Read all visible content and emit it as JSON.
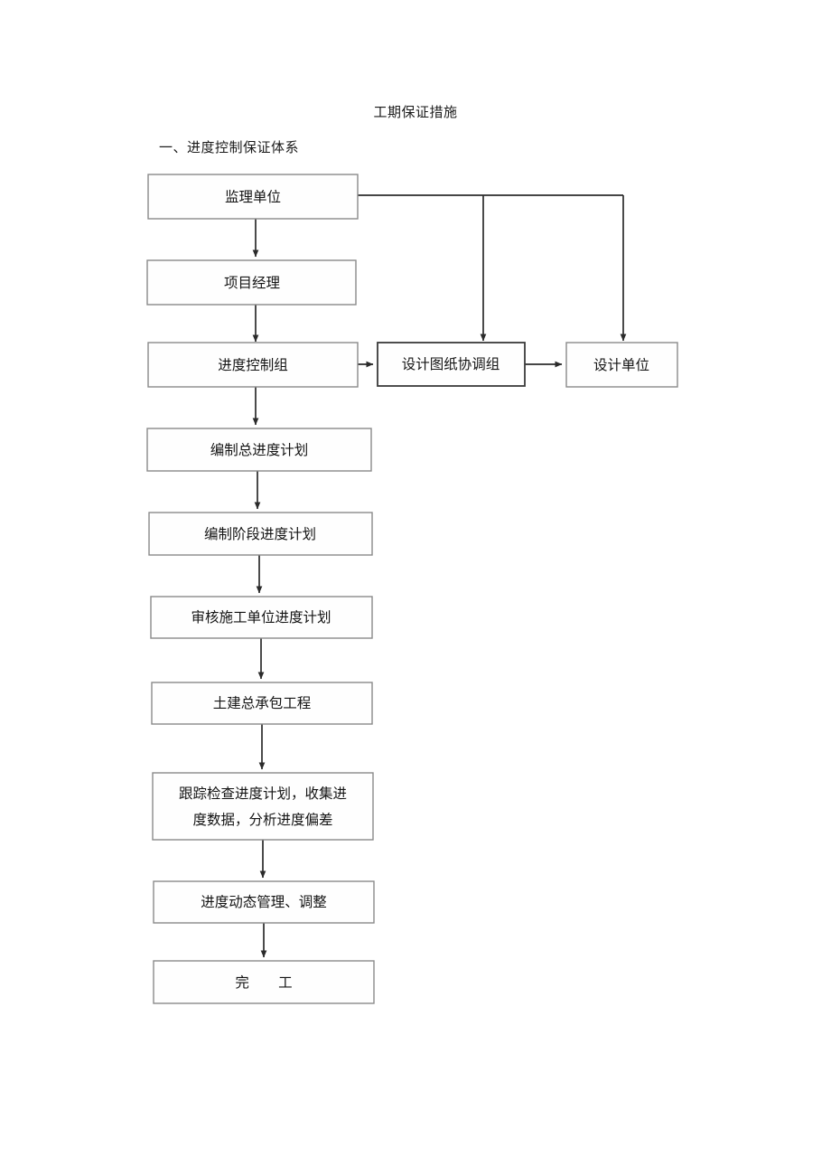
{
  "document": {
    "title": "工期保证措施",
    "section_heading": "一、进度控制保证体系"
  },
  "chart_data": {
    "type": "diagram",
    "title": "工期保证措施",
    "subtitle": "一、进度控制保证体系",
    "diagram_kind": "flowchart",
    "orientation": "top-to-bottom with right branch",
    "nodes": [
      {
        "id": "n1",
        "label": "监理单位",
        "column": "main",
        "row": 1,
        "emphasis": false
      },
      {
        "id": "n2",
        "label": "项目经理",
        "column": "main",
        "row": 2,
        "emphasis": false
      },
      {
        "id": "n3",
        "label": "进度控制组",
        "column": "main",
        "row": 3,
        "emphasis": false
      },
      {
        "id": "n4",
        "label": "设计图纸协调组",
        "column": "middle",
        "row": 3,
        "emphasis": true
      },
      {
        "id": "n5",
        "label": "设计单位",
        "column": "right",
        "row": 3,
        "emphasis": false
      },
      {
        "id": "n6",
        "label": "编制总进度计划",
        "column": "main",
        "row": 4,
        "emphasis": false
      },
      {
        "id": "n7",
        "label": "编制阶段进度计划",
        "column": "main",
        "row": 5,
        "emphasis": false
      },
      {
        "id": "n8",
        "label": "审核施工单位进度计划",
        "column": "main",
        "row": 6,
        "emphasis": false
      },
      {
        "id": "n9",
        "label": "土建总承包工程",
        "column": "main",
        "row": 7,
        "emphasis": false
      },
      {
        "id": "n10",
        "label": "跟踪检查进度计划，收集进",
        "label_line2": "度数据，分析进度偏差",
        "column": "main",
        "row": 8,
        "emphasis": false
      },
      {
        "id": "n11",
        "label": "进度动态管理、调整",
        "column": "main",
        "row": 9,
        "emphasis": false
      },
      {
        "id": "n12",
        "label": "完    工",
        "column": "main",
        "row": 10,
        "emphasis": false
      }
    ],
    "edges": [
      {
        "from": "n1",
        "to": "n2",
        "style": "straight-down"
      },
      {
        "from": "n2",
        "to": "n3",
        "style": "straight-down"
      },
      {
        "from": "n1",
        "to": "n4",
        "style": "right-then-down"
      },
      {
        "from": "n1",
        "to": "n5",
        "style": "right-then-down"
      },
      {
        "from": "n3",
        "to": "n4",
        "style": "straight-right"
      },
      {
        "from": "n4",
        "to": "n5",
        "style": "straight-right"
      },
      {
        "from": "n3",
        "to": "n6",
        "style": "straight-down"
      },
      {
        "from": "n6",
        "to": "n7",
        "style": "straight-down"
      },
      {
        "from": "n7",
        "to": "n8",
        "style": "straight-down"
      },
      {
        "from": "n8",
        "to": "n9",
        "style": "straight-down"
      },
      {
        "from": "n9",
        "to": "n10",
        "style": "straight-down"
      },
      {
        "from": "n10",
        "to": "n11",
        "style": "straight-down"
      },
      {
        "from": "n11",
        "to": "n12",
        "style": "straight-down"
      }
    ],
    "colors": {
      "box_fill": "#fefefe",
      "box_stroke": "#8a8a8a",
      "box_stroke_emphasis": "#3a3a3a",
      "edge_stroke": "#2b2b2b",
      "text": "#141414",
      "background": "#ffffff"
    }
  }
}
